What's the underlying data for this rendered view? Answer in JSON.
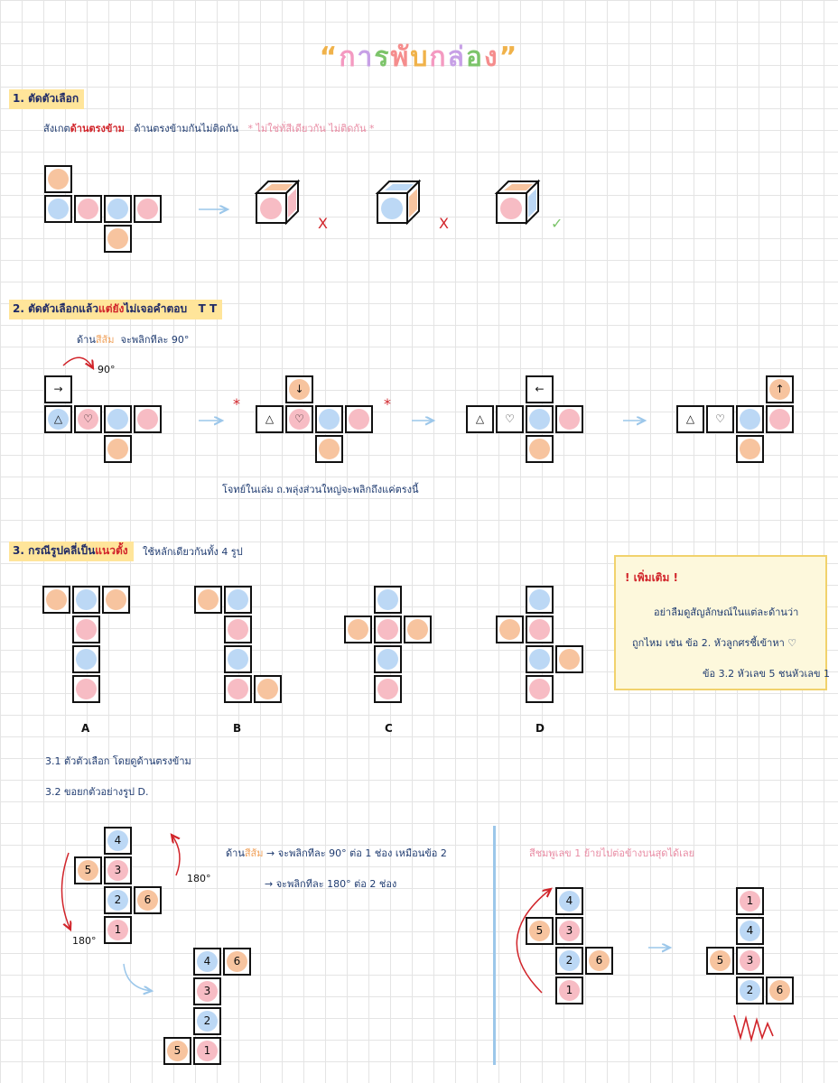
{
  "title": {
    "quote_open": "“",
    "chars": [
      "ก",
      "า",
      "ร",
      "พั",
      "บ",
      "ก",
      "ล่",
      "อ",
      "ง"
    ],
    "quote_close": "”"
  },
  "section1": {
    "heading": "1. ตัดตัวเลือก",
    "note_prefix": "สังเกต",
    "note_emph": "ด้านตรงข้าม",
    "note_rest": "ด้านตรงข้ามกันไม่ติดกัน",
    "tip": "* ไม่ใช่ทั่สีเดียวกัน ไม่ติดกัน *",
    "marks": [
      "X",
      "X",
      "✓"
    ]
  },
  "section2": {
    "heading_a": "2. ตัดตัวเลือกแล้ว",
    "heading_emph": "แต่ยัง",
    "heading_b": "ไม่เจอคำตอบ",
    "heading_tail": "T T",
    "side_a": "ด้าน",
    "side_emph": "สีส้ม",
    "side_b": "จะพลิกทีละ 90°",
    "angle": "90°",
    "stars": [
      "*",
      "*"
    ],
    "footnote": "โจทย์ในเล่ม ถ.พลุ่งส่วนใหญ่จะพลิกถึงแค่ตรงนี้",
    "nets": [
      {
        "arrow": "→",
        "tri": "△",
        "heart": "♡"
      },
      {
        "arrow": "↓",
        "tri": "△",
        "heart": "♡"
      },
      {
        "arrow": "←",
        "tri": "△",
        "heart": "♡"
      },
      {
        "arrow": "↑",
        "tri": "△",
        "heart": "♡"
      }
    ]
  },
  "section3": {
    "heading_a": "3. กรณีรูปคลี่เป็น",
    "heading_emph": "แนวตั้ง",
    "heading_rest": "ใช้หลักเดียวกันทั้ง 4 รูป",
    "labels": [
      "A",
      "B",
      "C",
      "D"
    ],
    "sub1": "3.1  ตัวตัวเลือก โดยดูด้านตรงข้าม",
    "sub2": "3.2  ขอยกตัวอย่างรูป D.",
    "rule1_a": "ด้าน",
    "rule1_emph": "สีส้ม",
    "rule1_b": "→ จะพลิกทีละ 90° ต่อ 1 ช่อง เหมือนข้อ 2",
    "rule2": "→ จะพลิกทีละ 180° ต่อ 2 ช่อง",
    "angle_a": "180°",
    "angle_b": "180°",
    "pink_note": "สีชมพูเลข 1  ย้ายไปต่อข้างบนสุดได้เลย",
    "digits": {
      "d4": "4",
      "d3": "3",
      "d5": "5",
      "d2": "2",
      "d6": "6",
      "d1": "1"
    }
  },
  "extra_box": {
    "heading": "! เพิ่มเติม !",
    "line1": "อย่าลืมดูสัญลักษณ์ในแต่ละด้านว่า",
    "line2": "ถูกไหม  เช่น  ข้อ 2. หัวลูกศรชี้เข้าหา ♡",
    "line3": "ข้อ 3.2  หัวเลข 5  ชนหัวเลข 1"
  },
  "colors": {
    "orange": "#f7c49f",
    "blue": "#bcd8f5",
    "pink": "#f7bcc4",
    "red": "#d1242a",
    "arrow_blue": "#9cc7ea",
    "highlight": "#ffe59a"
  }
}
